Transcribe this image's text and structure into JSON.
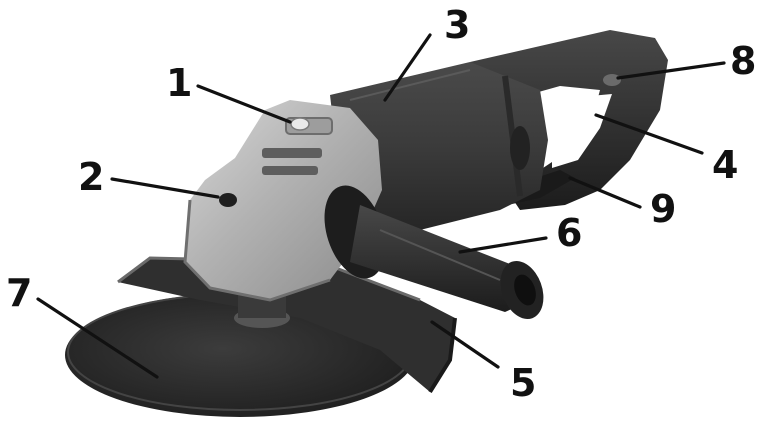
{
  "callouts": [
    {
      "id": "1",
      "label": "1",
      "part": "spindle-lock-button"
    },
    {
      "id": "2",
      "label": "2",
      "part": "side-handle-socket"
    },
    {
      "id": "3",
      "label": "3",
      "part": "motor-housing"
    },
    {
      "id": "4",
      "label": "4",
      "part": "rear-handle"
    },
    {
      "id": "5",
      "label": "5",
      "part": "wheel-guard"
    },
    {
      "id": "6",
      "label": "6",
      "part": "auxiliary-side-handle"
    },
    {
      "id": "7",
      "label": "7",
      "part": "grinding-disc"
    },
    {
      "id": "8",
      "label": "8",
      "part": "switch-lock-button"
    },
    {
      "id": "9",
      "label": "9",
      "part": "on-off-trigger-switch"
    }
  ],
  "colors": {
    "gearbox": "#a9a9a9",
    "gearbox_highlight": "#d4d4d4",
    "body_dark": "#3a3a3a",
    "disc": "#2b2b2b",
    "text": "#111111"
  }
}
